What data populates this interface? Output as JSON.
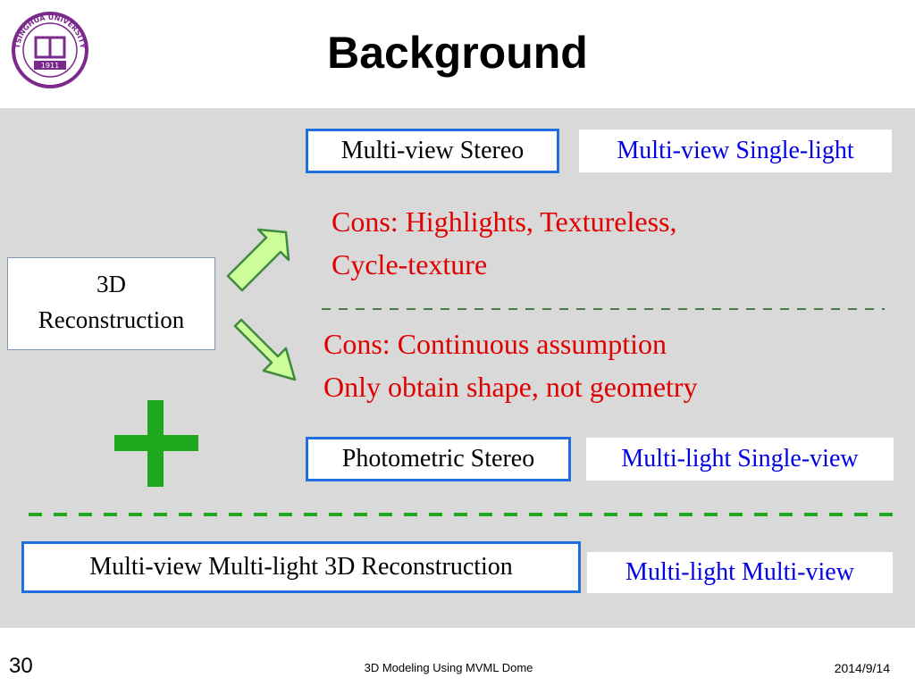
{
  "slide": {
    "title": "Background",
    "logo_text": "TSINGHUA UNIVERSITY",
    "logo_year": "1911",
    "source_box": [
      "3D",
      "Reconstruction"
    ],
    "mvs_label": "Multi-view Stereo",
    "mvs_tag": "Multi-view Single-light",
    "mvs_cons": [
      "Cons:  Highlights, Textureless,",
      "Cycle-texture"
    ],
    "ps_cons": [
      "Cons:  Continuous assumption",
      "Only obtain shape, not geometry"
    ],
    "plus_sign": "+",
    "ps_label": "Photometric Stereo",
    "ps_tag": "Multi-light Single-view",
    "mvml_label": "Multi-view Multi-light 3D Reconstruction",
    "mvml_tag": "Multi-light Multi-view"
  },
  "footer": {
    "page_number": "30",
    "center_text": "3D Modeling Using MVML Dome",
    "date": "2014/9/14"
  },
  "colors": {
    "accent_blue": "#1f6fe0",
    "label_blue": "#0000e6",
    "cons_red": "#e00000",
    "plus_green": "#1ea81e",
    "arrow_green": "#ccff99",
    "logo_purple": "#7b2a8c"
  }
}
